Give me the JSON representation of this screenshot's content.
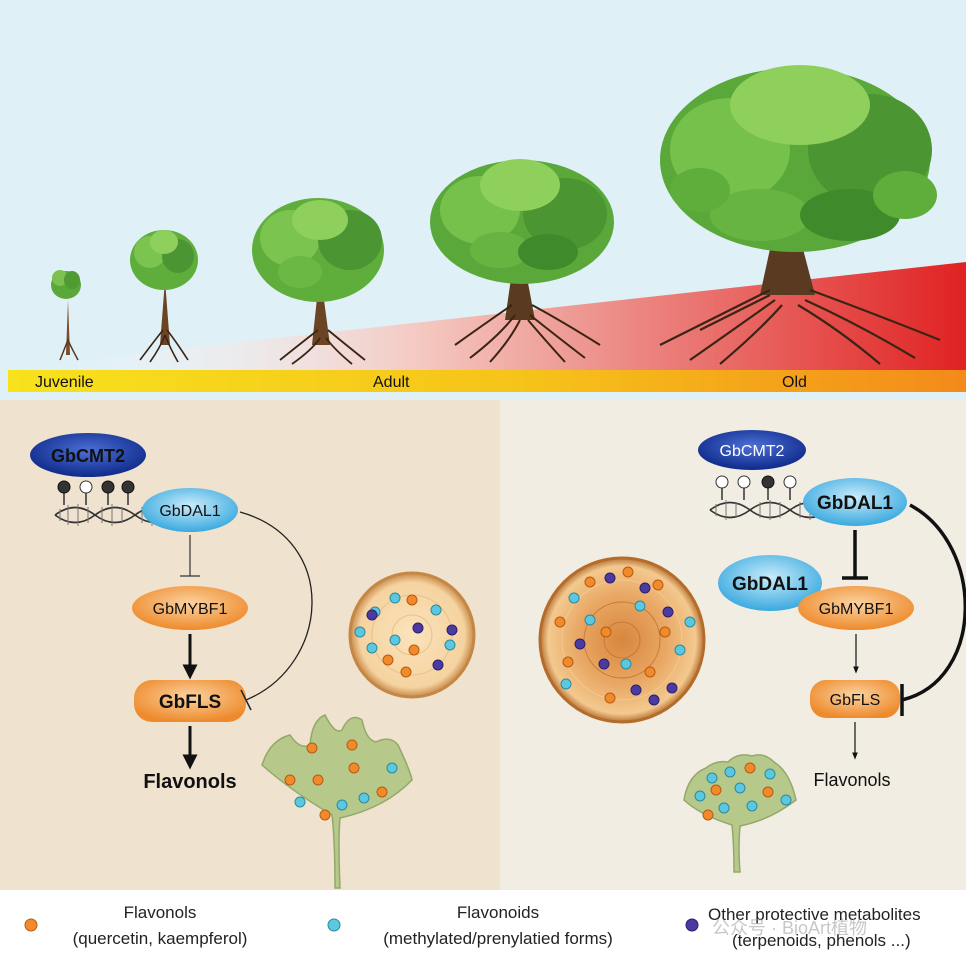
{
  "stages": {
    "juvenile": "Juvenile",
    "adult": "Adult",
    "old": "Old"
  },
  "young_pathway": {
    "methyltransferase": "GbCMT2",
    "regulator": "GbDAL1",
    "transcription_factor": "GbMYBF1",
    "enzyme": "GbFLS",
    "product": "Flavonols"
  },
  "old_pathway": {
    "methyltransferase": "GbCMT2",
    "regulator": "GbDAL1",
    "regulator_bound": "GbDAL1",
    "transcription_factor": "GbMYBF1",
    "enzyme": "GbFLS",
    "product": "Flavonols"
  },
  "legend": {
    "flavonols_title": "Flavonols",
    "flavonols_sub": "(quercetin, kaempferol)",
    "flavonoids_title": "Flavonoids",
    "flavonoids_sub": "(methylated/prenylatied forms)",
    "other_title": "Other protective metabolites",
    "other_sub": "(terpenoids, phenols ...)"
  },
  "watermark": "公众号 · BioArt植物",
  "colors": {
    "sky": "#dff0f7",
    "panel_left": "#efe2cf",
    "panel_right": "#f1ede2",
    "flavonol_dot": "#f08a2a",
    "flavonoid_dot": "#5cc8e0",
    "other_dot": "#4b3aa0",
    "orange_node": "#f3a24c",
    "blue_node": "#5cbde6",
    "dark_blue_node": "#1f3fa8"
  }
}
